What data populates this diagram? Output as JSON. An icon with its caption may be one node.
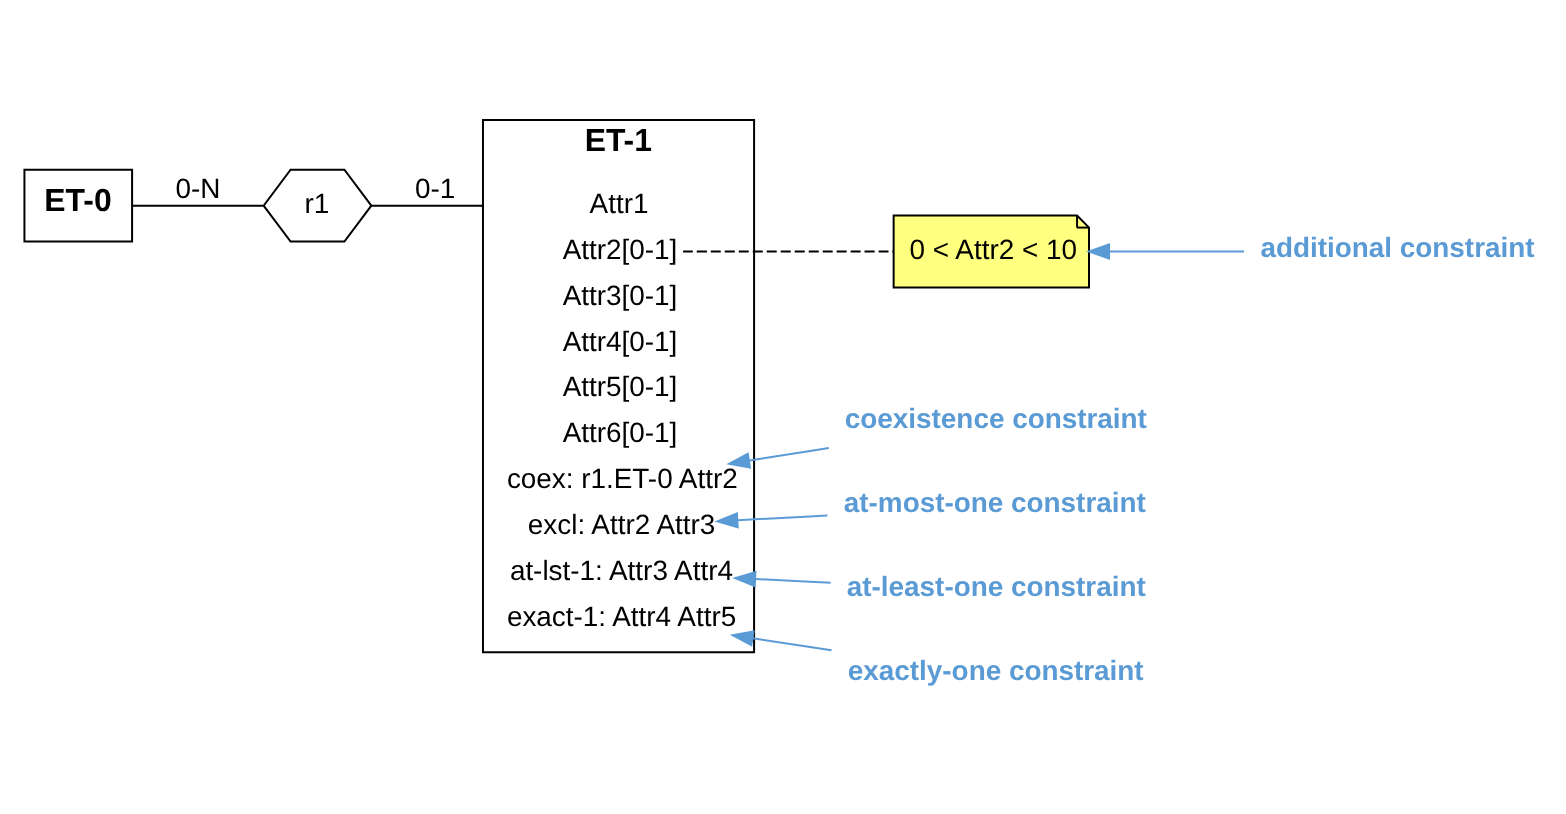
{
  "diagram": {
    "nodes": [
      {
        "text": [
          "ET-0"
        ]
      },
      {
        "text": [
          "r1"
        ]
      },
      {
        "text": [
          "ET-1"
        ]
      },
      {
        "text": [
          "Attr1"
        ],
        "in": 2
      },
      {
        "text": [
          "Attr2[0-1]"
        ],
        "in": 2
      },
      {
        "text": [
          "Attr3[0-1]"
        ],
        "in": 2
      },
      {
        "text": [
          "Attr4[0-1]"
        ],
        "in": 2
      },
      {
        "text": [
          "Attr5[0-1]"
        ],
        "in": 2
      },
      {
        "text": [
          "Attr6[0-1]"
        ],
        "in": 2
      },
      {
        "text": [
          "coex: r1.ET-0 Attr2"
        ],
        "in": 2
      },
      {
        "text": [
          "excl: Attr2 Attr3"
        ],
        "in": 2
      },
      {
        "text": [
          "at-lst-1: Attr3 Attr4"
        ],
        "in": 2
      },
      {
        "text": [
          "exact-1: Attr4 Attr5"
        ],
        "in": 2
      },
      {
        "text": [
          "0 < Attr2 < 10"
        ]
      },
      {
        "text": [
          "additional constraint"
        ]
      },
      {
        "text": [
          "coexistence constraint"
        ]
      },
      {
        "text": [
          "at-most-one constraint"
        ]
      },
      {
        "text": [
          "at-least-one constraint"
        ]
      },
      {
        "text": [
          "exactly-one constraint"
        ]
      }
    ],
    "edges": [
      {
        "from": 0,
        "to": 1,
        "arrow": "none",
        "label": "0-N",
        "color": "#000000"
      },
      {
        "from": 1,
        "to": 2,
        "arrow": "none",
        "label": "0-1",
        "color": "#000000"
      },
      {
        "from": 4,
        "to": 13,
        "arrow": "none",
        "style": "dashed",
        "color": "#000000"
      },
      {
        "from": 14,
        "to": 13,
        "arrow": "to"
      },
      {
        "from": 15,
        "to": 9,
        "arrow": "to"
      },
      {
        "from": 16,
        "to": 10,
        "arrow": "to"
      },
      {
        "from": 17,
        "to": 11,
        "arrow": "to"
      },
      {
        "from": 18,
        "to": 12,
        "arrow": "to"
      }
    ]
  }
}
